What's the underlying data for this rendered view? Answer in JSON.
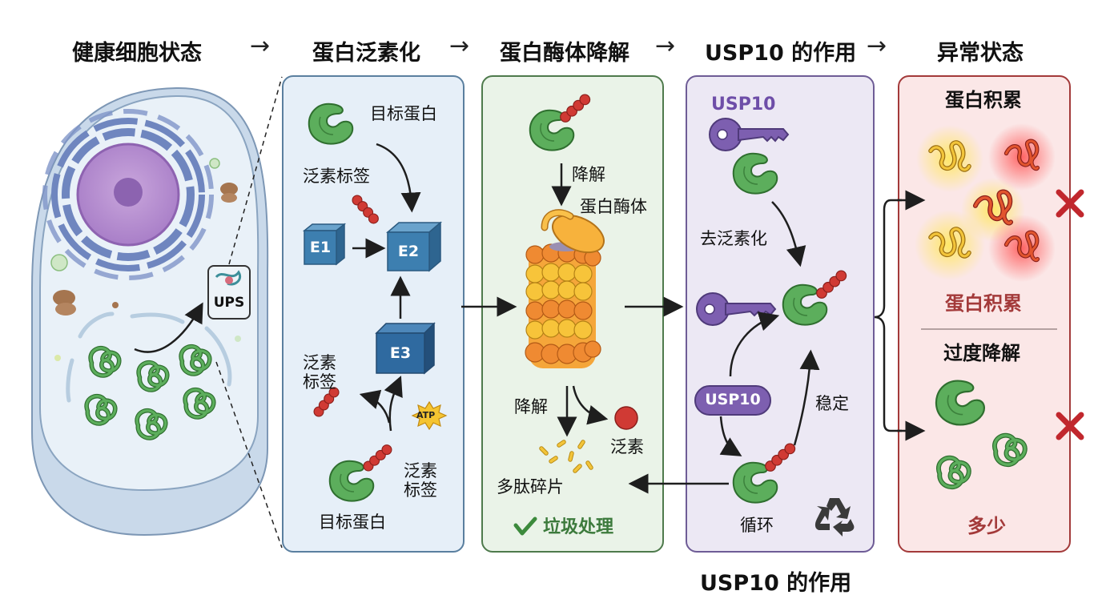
{
  "header": {
    "steps": [
      "健康细胞状态",
      "蛋白泛素化",
      "蛋白酶体降解",
      "USP10 的作用",
      "异常状态"
    ],
    "arrow": "→"
  },
  "cell": {
    "ups_label": "UPS"
  },
  "panel_ubiquitination": {
    "target_protein_top": "目标蛋白",
    "ub_tag_top": "泛素标签",
    "e1": "E1",
    "e2": "E2",
    "e3": "E3",
    "ub_tag_left": "泛素\n标签",
    "atp": "ATP",
    "ub_tag_right": "泛素\n标签",
    "target_protein_bottom": "目标蛋白"
  },
  "panel_proteasome": {
    "degrade_top": "降解",
    "proteasome": "蛋白酶体",
    "degrade_bottom": "降解",
    "ubiquitin": "泛素",
    "peptides": "多肽碎片",
    "garbage": "垃圾处理"
  },
  "panel_usp10": {
    "usp10_title": "USP10",
    "deubiquitination": "去泛素化",
    "usp10_pill": "USP10",
    "stabilize": "稳定",
    "recycle": "循环",
    "caption": "USP10 的作用"
  },
  "panel_abnormal": {
    "accumulation_title": "蛋白积累",
    "accumulation_caption": "蛋白积累",
    "overdegradation_title": "过度降解",
    "overdegradation_caption": "多少"
  },
  "colors": {
    "ubiquitination_bg": "#e6eff8",
    "ubiquitination_border": "#5a7f9f",
    "proteasome_bg": "#eaf3e8",
    "proteasome_border": "#4e7a4c",
    "usp10_bg": "#ece8f4",
    "usp10_border": "#6e5c96",
    "abnormal_bg": "#fbe7e7",
    "abnormal_border": "#a33a3a",
    "protein_green": "#5cae5c",
    "ubiquitin_red": "#d03a34",
    "enzyme_blue": "#3d7fb0",
    "usp10_purple": "#7d5fb0",
    "alert_red": "#c1272d",
    "check_green": "#3c8a3c"
  }
}
